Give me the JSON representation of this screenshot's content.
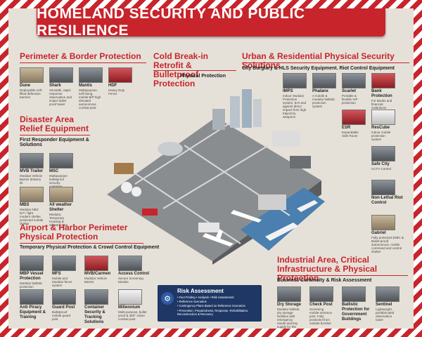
{
  "title": "HOMELAND SECURITY AND PUBLIC RESILIENCE",
  "sections": {
    "perimeter": {
      "title": "Perimeter & Border Protection",
      "items": [
        {
          "name": "Dune",
          "desc": "Deployable soft-filled defensive barriers"
        },
        {
          "name": "Shark",
          "desc": "Versatile, rapid-response observation and sniper bullet proof tower"
        },
        {
          "name": "Mantis",
          "desc": "Multipurpose, self-rising, mobile B/P high elevated autonomous combat post"
        },
        {
          "name": "HDF",
          "desc": "Heavy Duty Fence"
        }
      ]
    },
    "coldbreak": {
      "title": "Cold Break-in Retrofit & Bulletproof Protection",
      "subtitle": "Physical Protection"
    },
    "urban": {
      "title": "Urban & Residential Physical Security Solutions",
      "subtitle": "City Burglary & HLS Security Equipment. Riot Control Equipment",
      "items": [
        {
          "name": "IMPS",
          "desc": "Indoor Modular Protection system, B.R and against direct impact from high trajectory weapons"
        },
        {
          "name": "Phalanx",
          "desc": "A mobile & modular ballistic protection system"
        },
        {
          "name": "Scarlet",
          "desc": "Portable & flexible VIP protection"
        },
        {
          "name": "Bank Protection",
          "desc": "For Banks and financial institutions"
        },
        {
          "name": "ESR",
          "desc": "Expandable Safe Room"
        },
        {
          "name": "ResCube",
          "desc": "Indoor mobile protection system"
        },
        {
          "name": "Safe City",
          "desc": "CCTV Control"
        },
        {
          "name": "Non-Lethal Riot Control",
          "desc": ""
        },
        {
          "name": "Gabriel",
          "desc": "Fully protected (NBC & Bullet-proof) autonomous, mobile command and control shelter"
        }
      ]
    },
    "disaster": {
      "title": "Disaster Area Relief Equipment",
      "subtitle": "First Responder Equipment & Solutions",
      "items": [
        {
          "name": "MVB Trailer",
          "desc": "Modular Vehicle Barrier delivery kit"
        },
        {
          "name": "MSC",
          "desc": "Multipurpose bulletproof security container"
        },
        {
          "name": "MBS",
          "desc": "Modular NBC B.P / light modern shelter protected mobile shelter"
        },
        {
          "name": "All weather Shelter",
          "desc": "Modular, Temporary Housing & infrastructure"
        }
      ]
    },
    "airport": {
      "title": "Airport & Harbor Perimeter Physical Protection",
      "subtitle": "Temporary Physical Protection & Crowd Control Equipment",
      "items": [
        {
          "name": "MBP Vessel Protection",
          "desc": "Modular ballistic protection system"
        },
        {
          "name": "MFS",
          "desc": "Mobile and Modular fence system"
        },
        {
          "name": "MVB/Carmen",
          "desc": "Modular Vehicle Barrier"
        },
        {
          "name": "Access Control",
          "desc": "Secure Screening Module"
        },
        {
          "name": "Anti Piracy Equipment & Training",
          "desc": ""
        },
        {
          "name": "Guard Post",
          "desc": "Bulletproof mobile guard post"
        },
        {
          "name": "Container Security & Tracking Solutions",
          "desc": ""
        },
        {
          "name": "Millennium",
          "desc": "Multi-purpose, bullet proof & 360° vision combat post"
        }
      ]
    },
    "industrial": {
      "title": "Industrial Area, Critical Infrastructure & Physical Protection",
      "subtitle": "Business Continuity & Risk Assessment",
      "items": [
        {
          "name": "Dry Storage",
          "desc": "Modular ballistic dry storage facilities with emergency needs and key supply for the moment of need"
        },
        {
          "name": "Check Post",
          "desc": "Screening mobile entrance post. Fully protected from outside bomber"
        },
        {
          "name": "Ballistic Protection for Government Buildings",
          "desc": ""
        },
        {
          "name": "Sentinel",
          "desc": "Lightweight, prefabricated observation tower"
        }
      ]
    }
  },
  "risk": {
    "title": "Risk Assessment",
    "lines": [
      "• Fact Finding • Analysis • Risk Assessment",
      "• Reference Scenarios",
      "• Contingency Plans Based on Reference Scenarios",
      "• Prevention, Preparedness, Response, Rehabilitation, Reconstruction & Recovery"
    ]
  },
  "colors": {
    "accent": "#c8242b",
    "navy": "#1e3764"
  },
  "icons": {
    "risk": "head-gear-icon"
  }
}
